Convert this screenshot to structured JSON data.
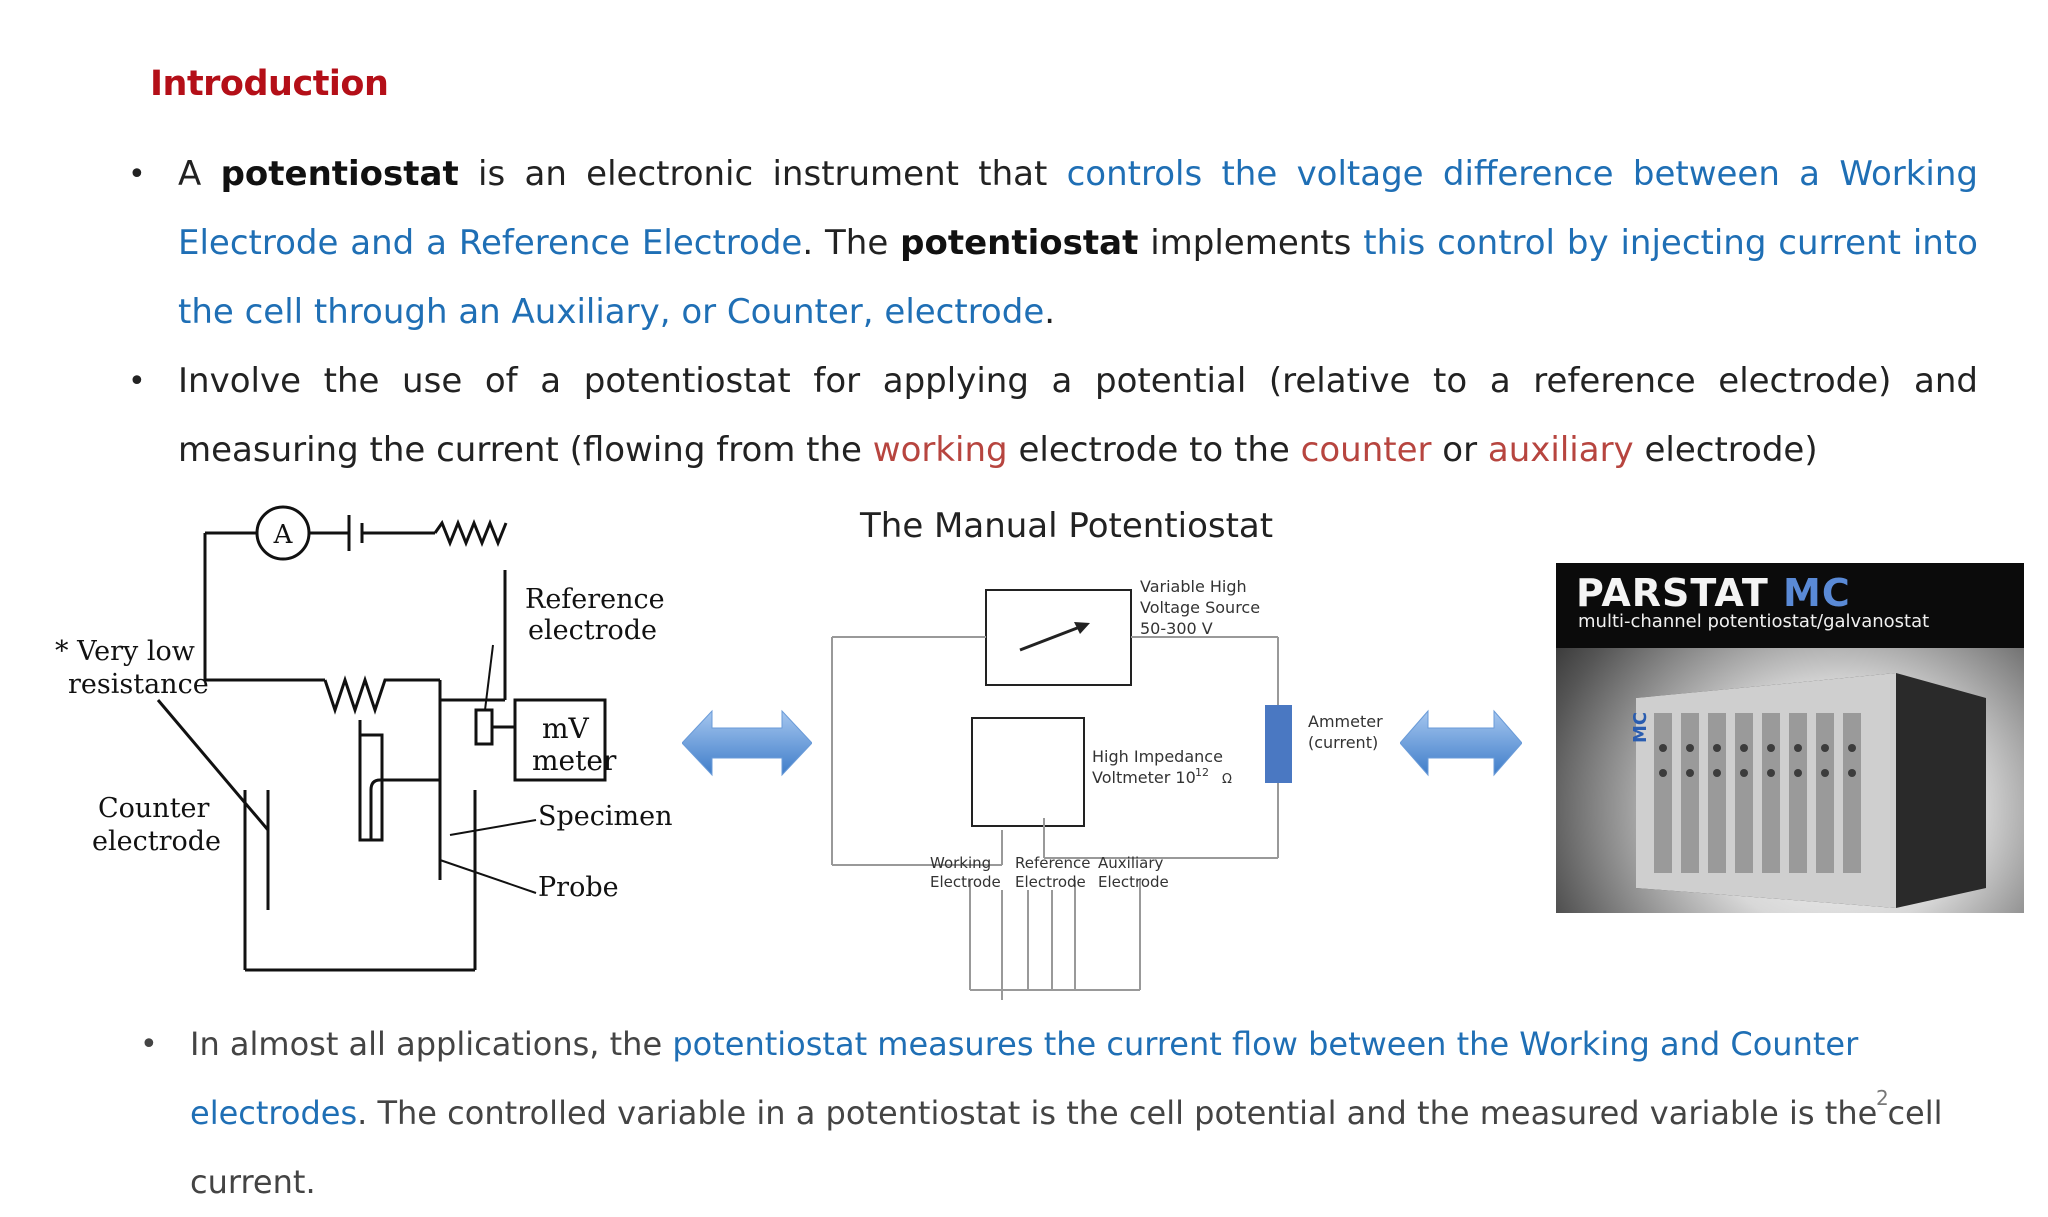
{
  "title": "Introduction",
  "bullet1": {
    "p1": "A ",
    "b1": "potentiostat",
    "p2": "  is an electronic instrument that ",
    "blue1": "controls the voltage difference between a Working Electrode and a Reference Electrode",
    "p3": ". The ",
    "b2": "potentiostat",
    "p4": " implements ",
    "blue2": "this control by injecting current into the cell through an Auxiliary, or Counter, electrode",
    "p5": "."
  },
  "bullet2": {
    "p1": "Involve the use of a potentiostat for applying a potential (relative to a reference electrode) and measuring the current (flowing from the ",
    "red1": "working",
    "p2": " electrode to the ",
    "red2": "counter",
    "p3": " or ",
    "red3": "auxiliary",
    "p4": " electrode)"
  },
  "bullet3": {
    "p1": "In almost all applications, the ",
    "blue1": "potentiostat measures the current flow between the Working and Counter electrodes",
    "p2": ". The controlled variable in a potentiostat is the cell potential and the measured variable is the cell current."
  },
  "bullet_symbol": "•",
  "page_number": "2",
  "fig_left": {
    "ammeter": "A",
    "very_low": "* Very low",
    "resistance": "resistance",
    "reference": "Reference",
    "electrode": "electrode",
    "mv": "mV",
    "meter": "meter",
    "counter": "Counter",
    "counter_electrode": "electrode",
    "specimen": "Specimen",
    "probe": "Probe"
  },
  "fig_mid": {
    "title": "The Manual Potentiostat",
    "vhs1": "Variable High",
    "vhs2": "Voltage Source",
    "vhs3": "50-300 V",
    "hiv1": "High Impedance",
    "hiv2": "Voltmeter 10",
    "hiv_exp": "12",
    "hiv_unit": "Ω",
    "amm1": "Ammeter",
    "amm2": "(current)",
    "we1": "Working",
    "we2": "Electrode",
    "re1": "Reference",
    "re2": "Electrode",
    "ae1": "Auxiliary",
    "ae2": "Electrode"
  },
  "parstat": {
    "brand": "PARSTAT",
    "brand_mc": "MC",
    "tagline": "multi-channel potentiostat/galvanostat",
    "side_label": "MC"
  },
  "colors": {
    "title": "#b40f18",
    "blue_text": "#1f6fb5",
    "red_text": "#b7453f",
    "arrow": "#5b95d6",
    "ammeter_box": "#4a78c2"
  }
}
